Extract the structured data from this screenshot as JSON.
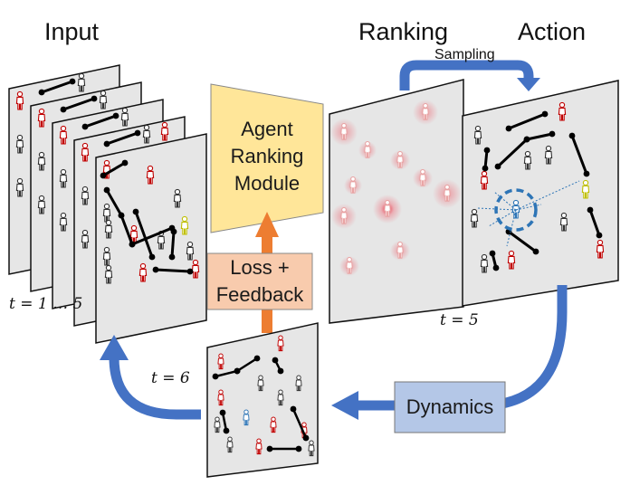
{
  "labels": {
    "input": "Input",
    "ranking": "Ranking",
    "action": "Action",
    "sampling": "Sampling",
    "t_range": "t = 1 … 5",
    "t5": "t = 5",
    "t6": "t = 6"
  },
  "agent_module": {
    "line1": "Agent",
    "line2": "Ranking",
    "line3": "Module"
  },
  "loss_box": {
    "line1": "Loss +",
    "line2": "Feedback"
  },
  "dynamics_box": {
    "label": "Dynamics"
  },
  "colors": {
    "panel_fill": "#e6e6e6",
    "module_fill": "#ffe699",
    "loss_fill": "#f8cbad",
    "dynamics_fill": "#b4c7e7",
    "arrow_blue": "#4472c4",
    "arrow_orange": "#ed7d31",
    "agent_red": "#c00000",
    "agent_yellow": "#bfbf00",
    "agent_blue": "#2e75b6",
    "agent_dark": "#333333"
  },
  "icons": [
    "person-icon",
    "arrow-icon",
    "heat-blob-icon"
  ]
}
